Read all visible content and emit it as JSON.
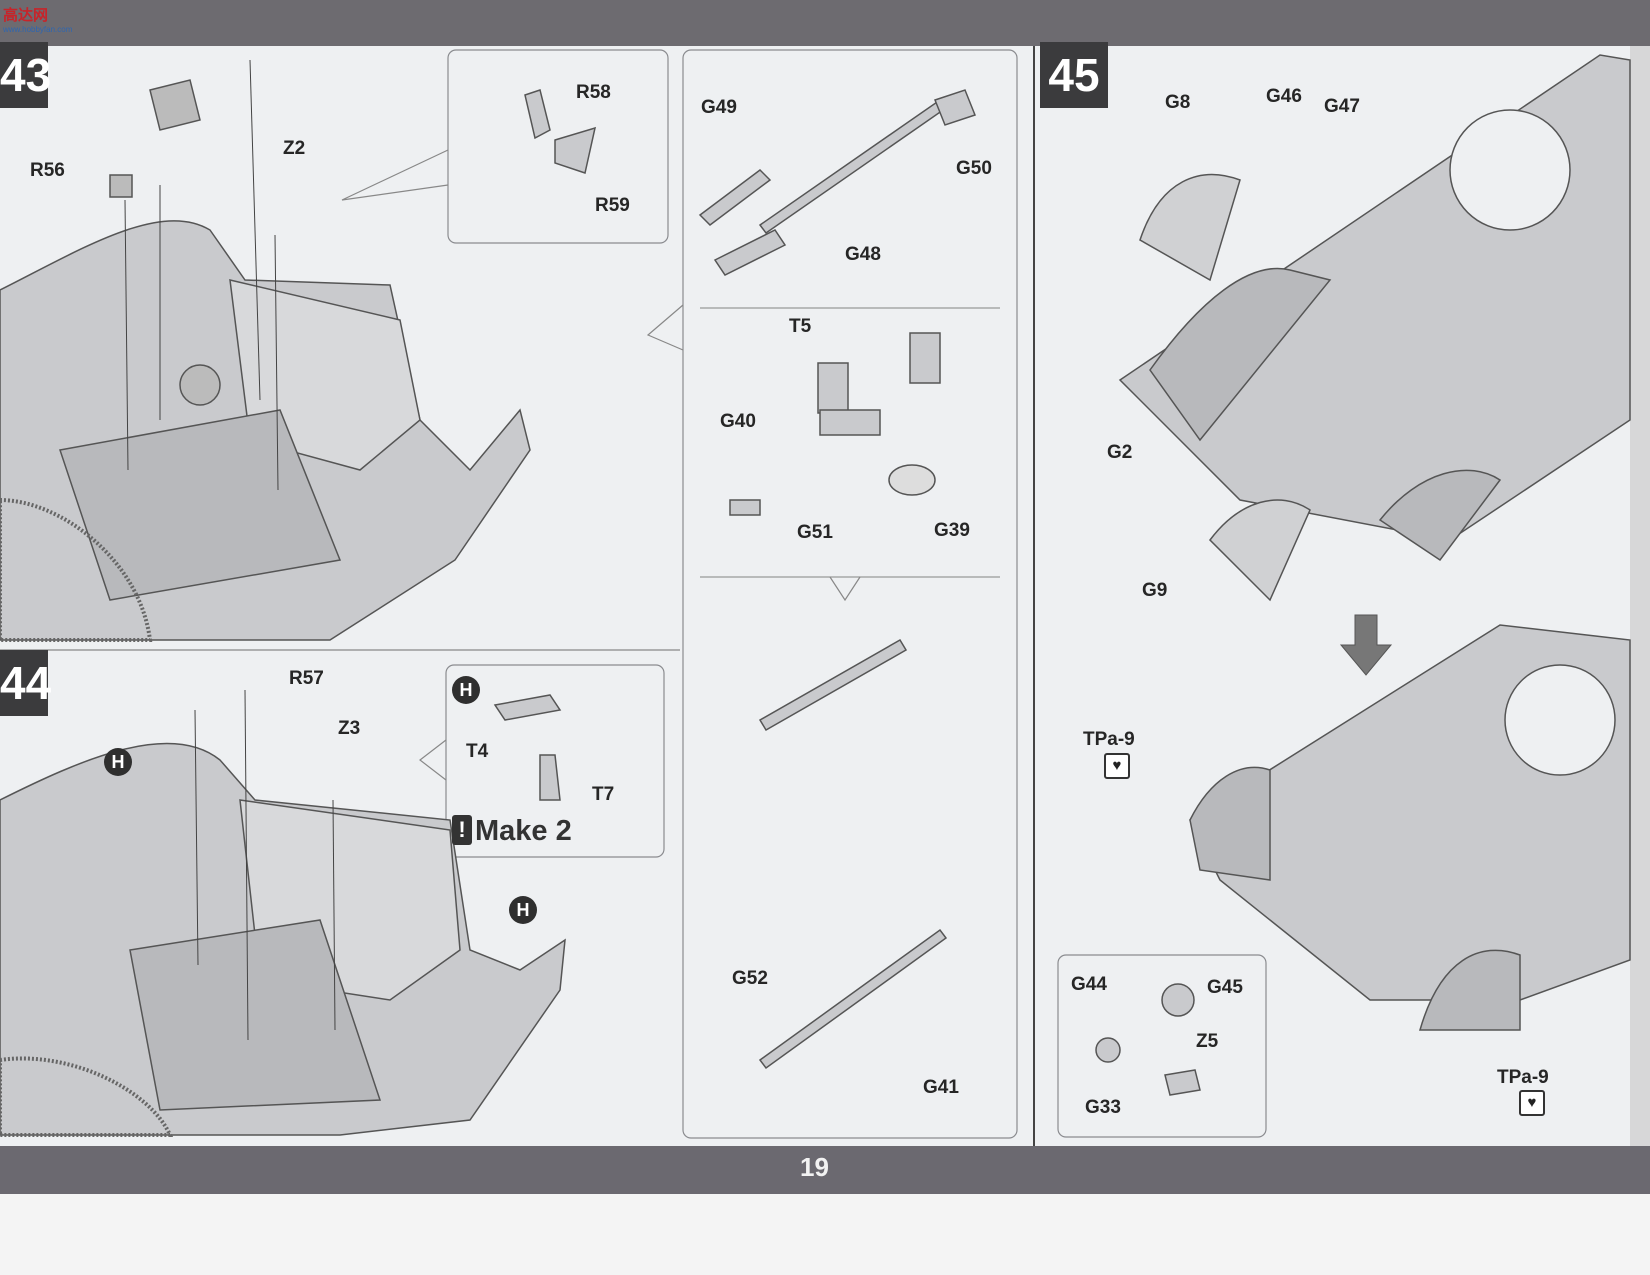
{
  "watermark": {
    "brand": "高达网",
    "site": "www.hobbyfan.com"
  },
  "page_number": "19",
  "steps": {
    "s43": {
      "number": "43",
      "labels": [
        "R56",
        "Z2",
        "R58",
        "R59",
        "G49",
        "G50",
        "G48",
        "T5",
        "G40",
        "G39",
        "G51"
      ]
    },
    "s44": {
      "number": "44",
      "labels": [
        "R57",
        "Z3",
        "T4",
        "T7",
        "G52",
        "G41"
      ],
      "h_marker": "H",
      "make_note": "Make 2"
    },
    "s45": {
      "number": "45",
      "labels": [
        "G8",
        "G46",
        "G47",
        "G2",
        "G9",
        "TPa-9",
        "TPa-9",
        "G44",
        "G45",
        "Z5",
        "G33"
      ]
    }
  },
  "colors": {
    "background": "#eef0f2",
    "bars": "#6d6b70",
    "part_fill": "#c9cacd",
    "part_stroke": "#555555"
  }
}
